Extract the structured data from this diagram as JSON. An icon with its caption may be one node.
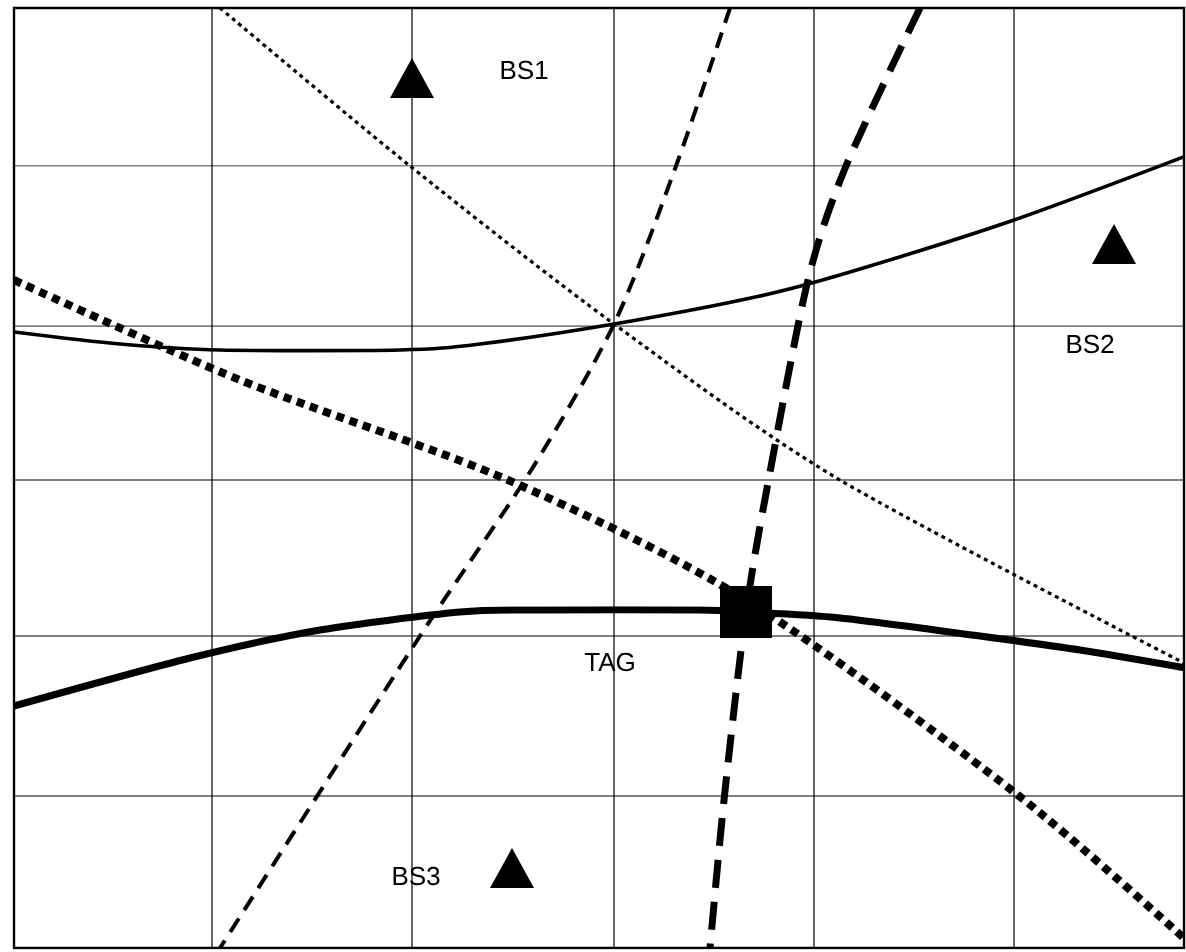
{
  "diagram": {
    "nodes": [
      {
        "text": [
          "BS1"
        ]
      },
      {
        "text": [
          "BS2"
        ]
      },
      {
        "text": [
          "BS3"
        ]
      },
      {
        "text": [
          "TAG"
        ]
      }
    ]
  }
}
